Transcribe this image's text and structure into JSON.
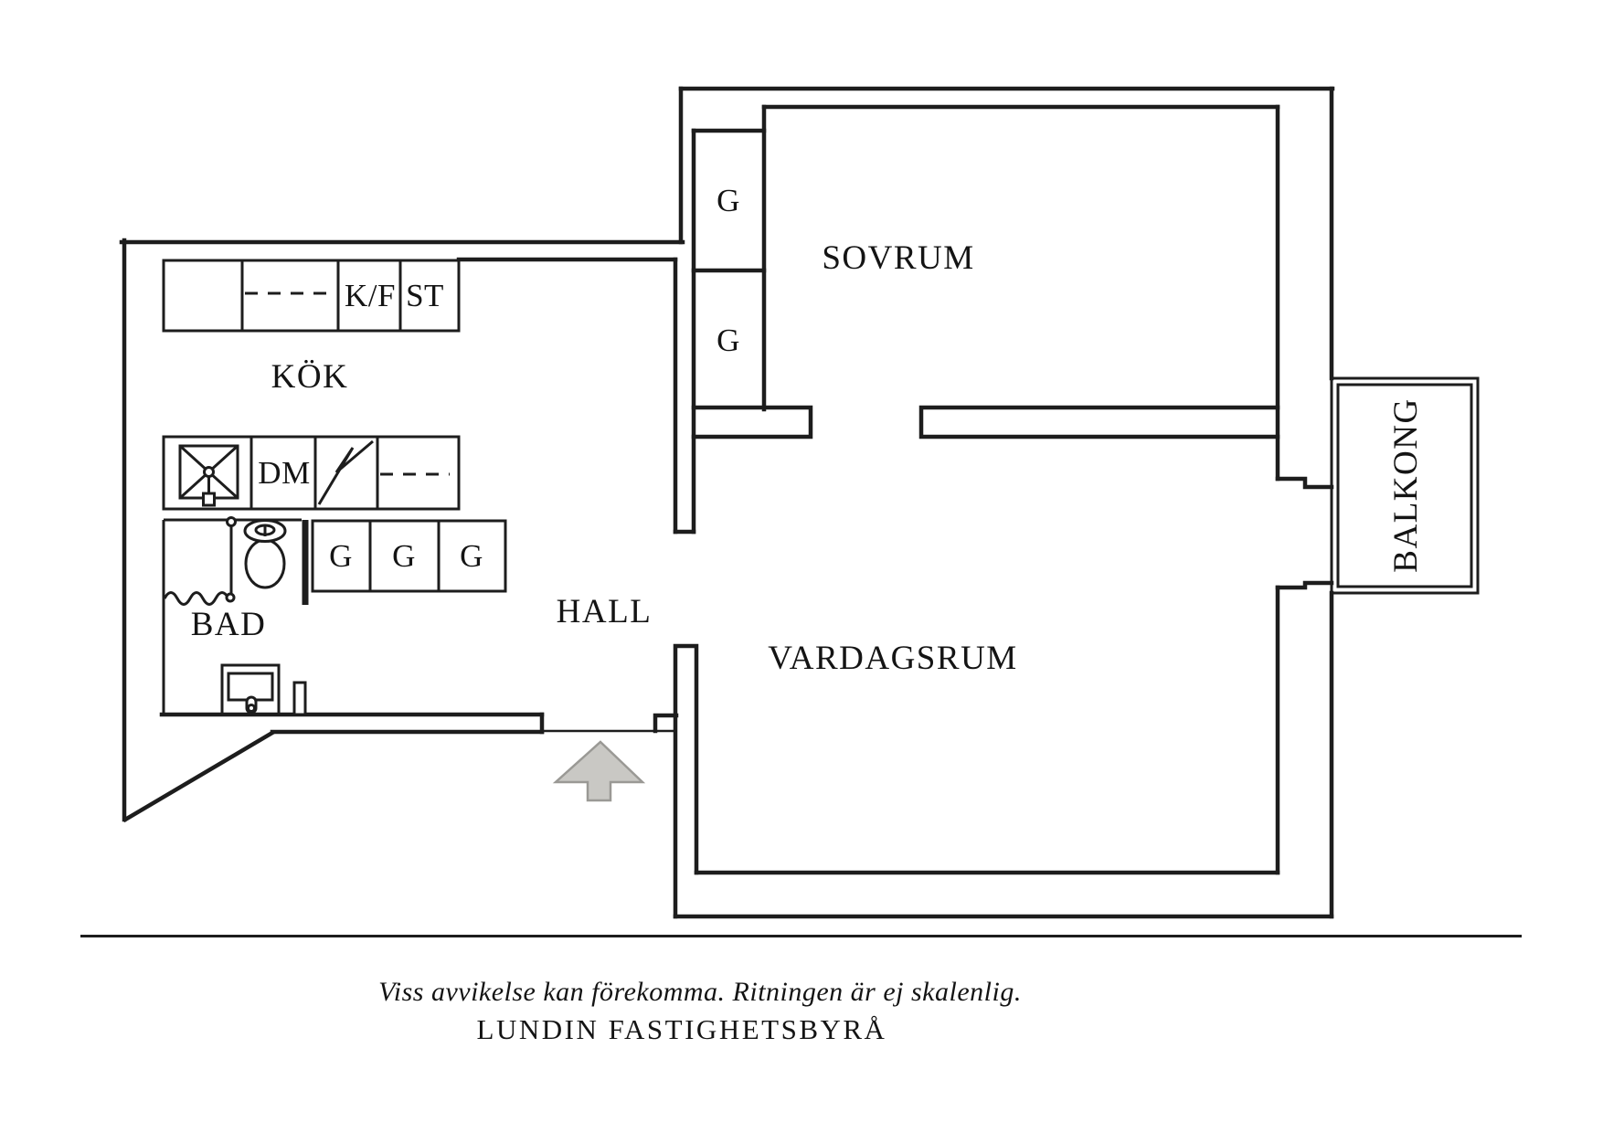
{
  "plan": {
    "room_labels": {
      "kitchen": "KÖK",
      "bathroom": "BAD",
      "hall": "HALL",
      "bedroom": "SOVRUM",
      "living_room": "VARDAGSRUM",
      "balcony": "BALKONG"
    },
    "fixture_labels": {
      "fridge_freezer": "K/F",
      "tall_cabinet": "ST",
      "dishwasher": "DM",
      "wardrobe": "G"
    }
  },
  "footer": {
    "disclaimer": "Viss avvikelse kan förekomma. Ritningen är ej skalenlig.",
    "company": "LUNDIN FASTIGHETSBYRÅ"
  },
  "colors": {
    "line": "#1d1d1d",
    "arrow_fill": "#c9c8c4",
    "arrow_stroke": "#9a9995",
    "text": "#141414",
    "background": "#ffffff"
  }
}
